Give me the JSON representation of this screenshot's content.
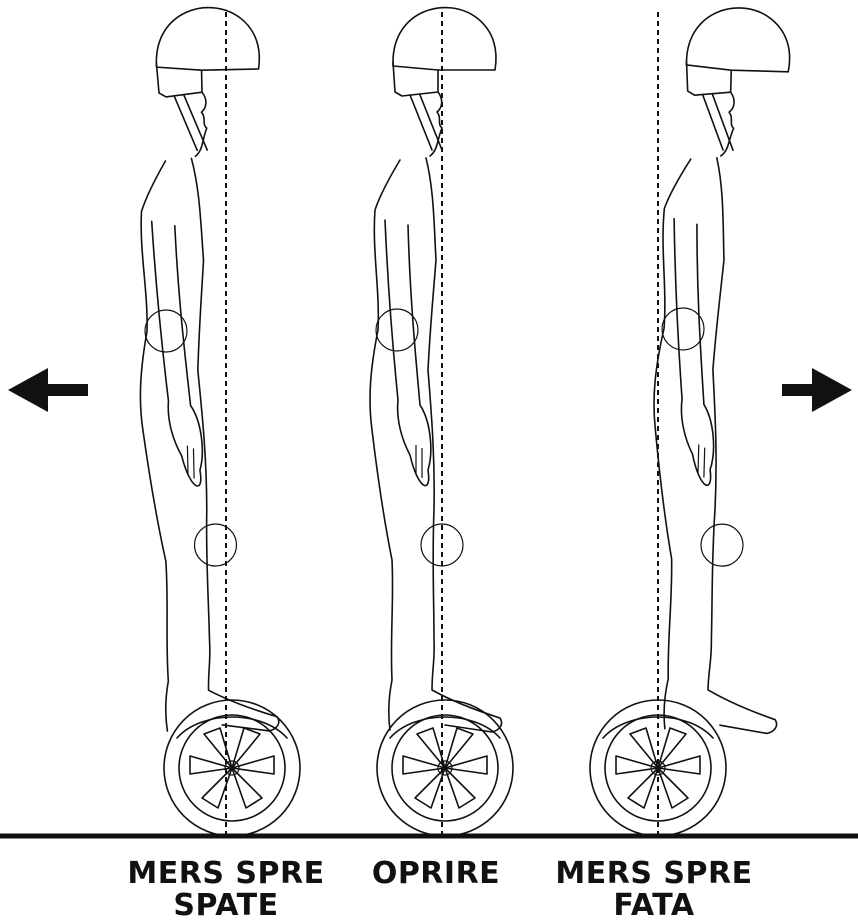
{
  "labels": {
    "back_line1": "MERS SPRE",
    "back_line2": "SPATE",
    "stop": "OPRIRE",
    "forward_line1": "MERS SPRE",
    "forward_line2": "FATA"
  },
  "icons": {
    "left": "arrow-left-icon",
    "right": "arrow-right-icon"
  },
  "colors": {
    "ink": "#111111",
    "background": "#ffffff"
  }
}
